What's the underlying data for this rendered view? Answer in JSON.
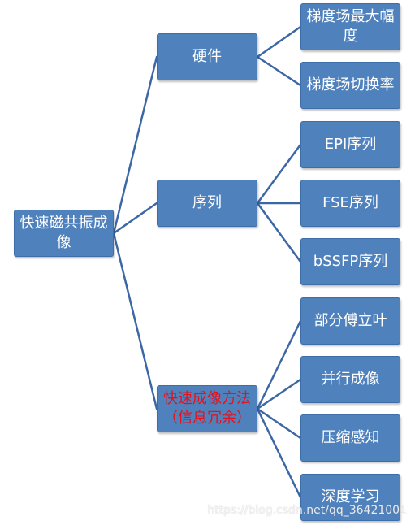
{
  "diagram": {
    "root": {
      "label": "快速磁共振成\n像"
    },
    "branches": [
      {
        "label": "硬件",
        "children": [
          "梯度场最大幅\n度",
          "梯度场切换率"
        ]
      },
      {
        "label": "序列",
        "children": [
          "EPI序列",
          "FSE序列",
          "bSSFP序列"
        ]
      },
      {
        "label": "快速成像方法\n（信息冗余）",
        "children": [
          "部分傅立叶",
          "并行成像",
          "压缩感知",
          "深度学习"
        ]
      }
    ]
  },
  "colors": {
    "box_fill": "#4f81bd",
    "connector": "#3c67a6",
    "highlight_text": "#e8101a",
    "text": "#ffffff"
  },
  "watermark": "https://blog.csdn.net/qq_36421001"
}
